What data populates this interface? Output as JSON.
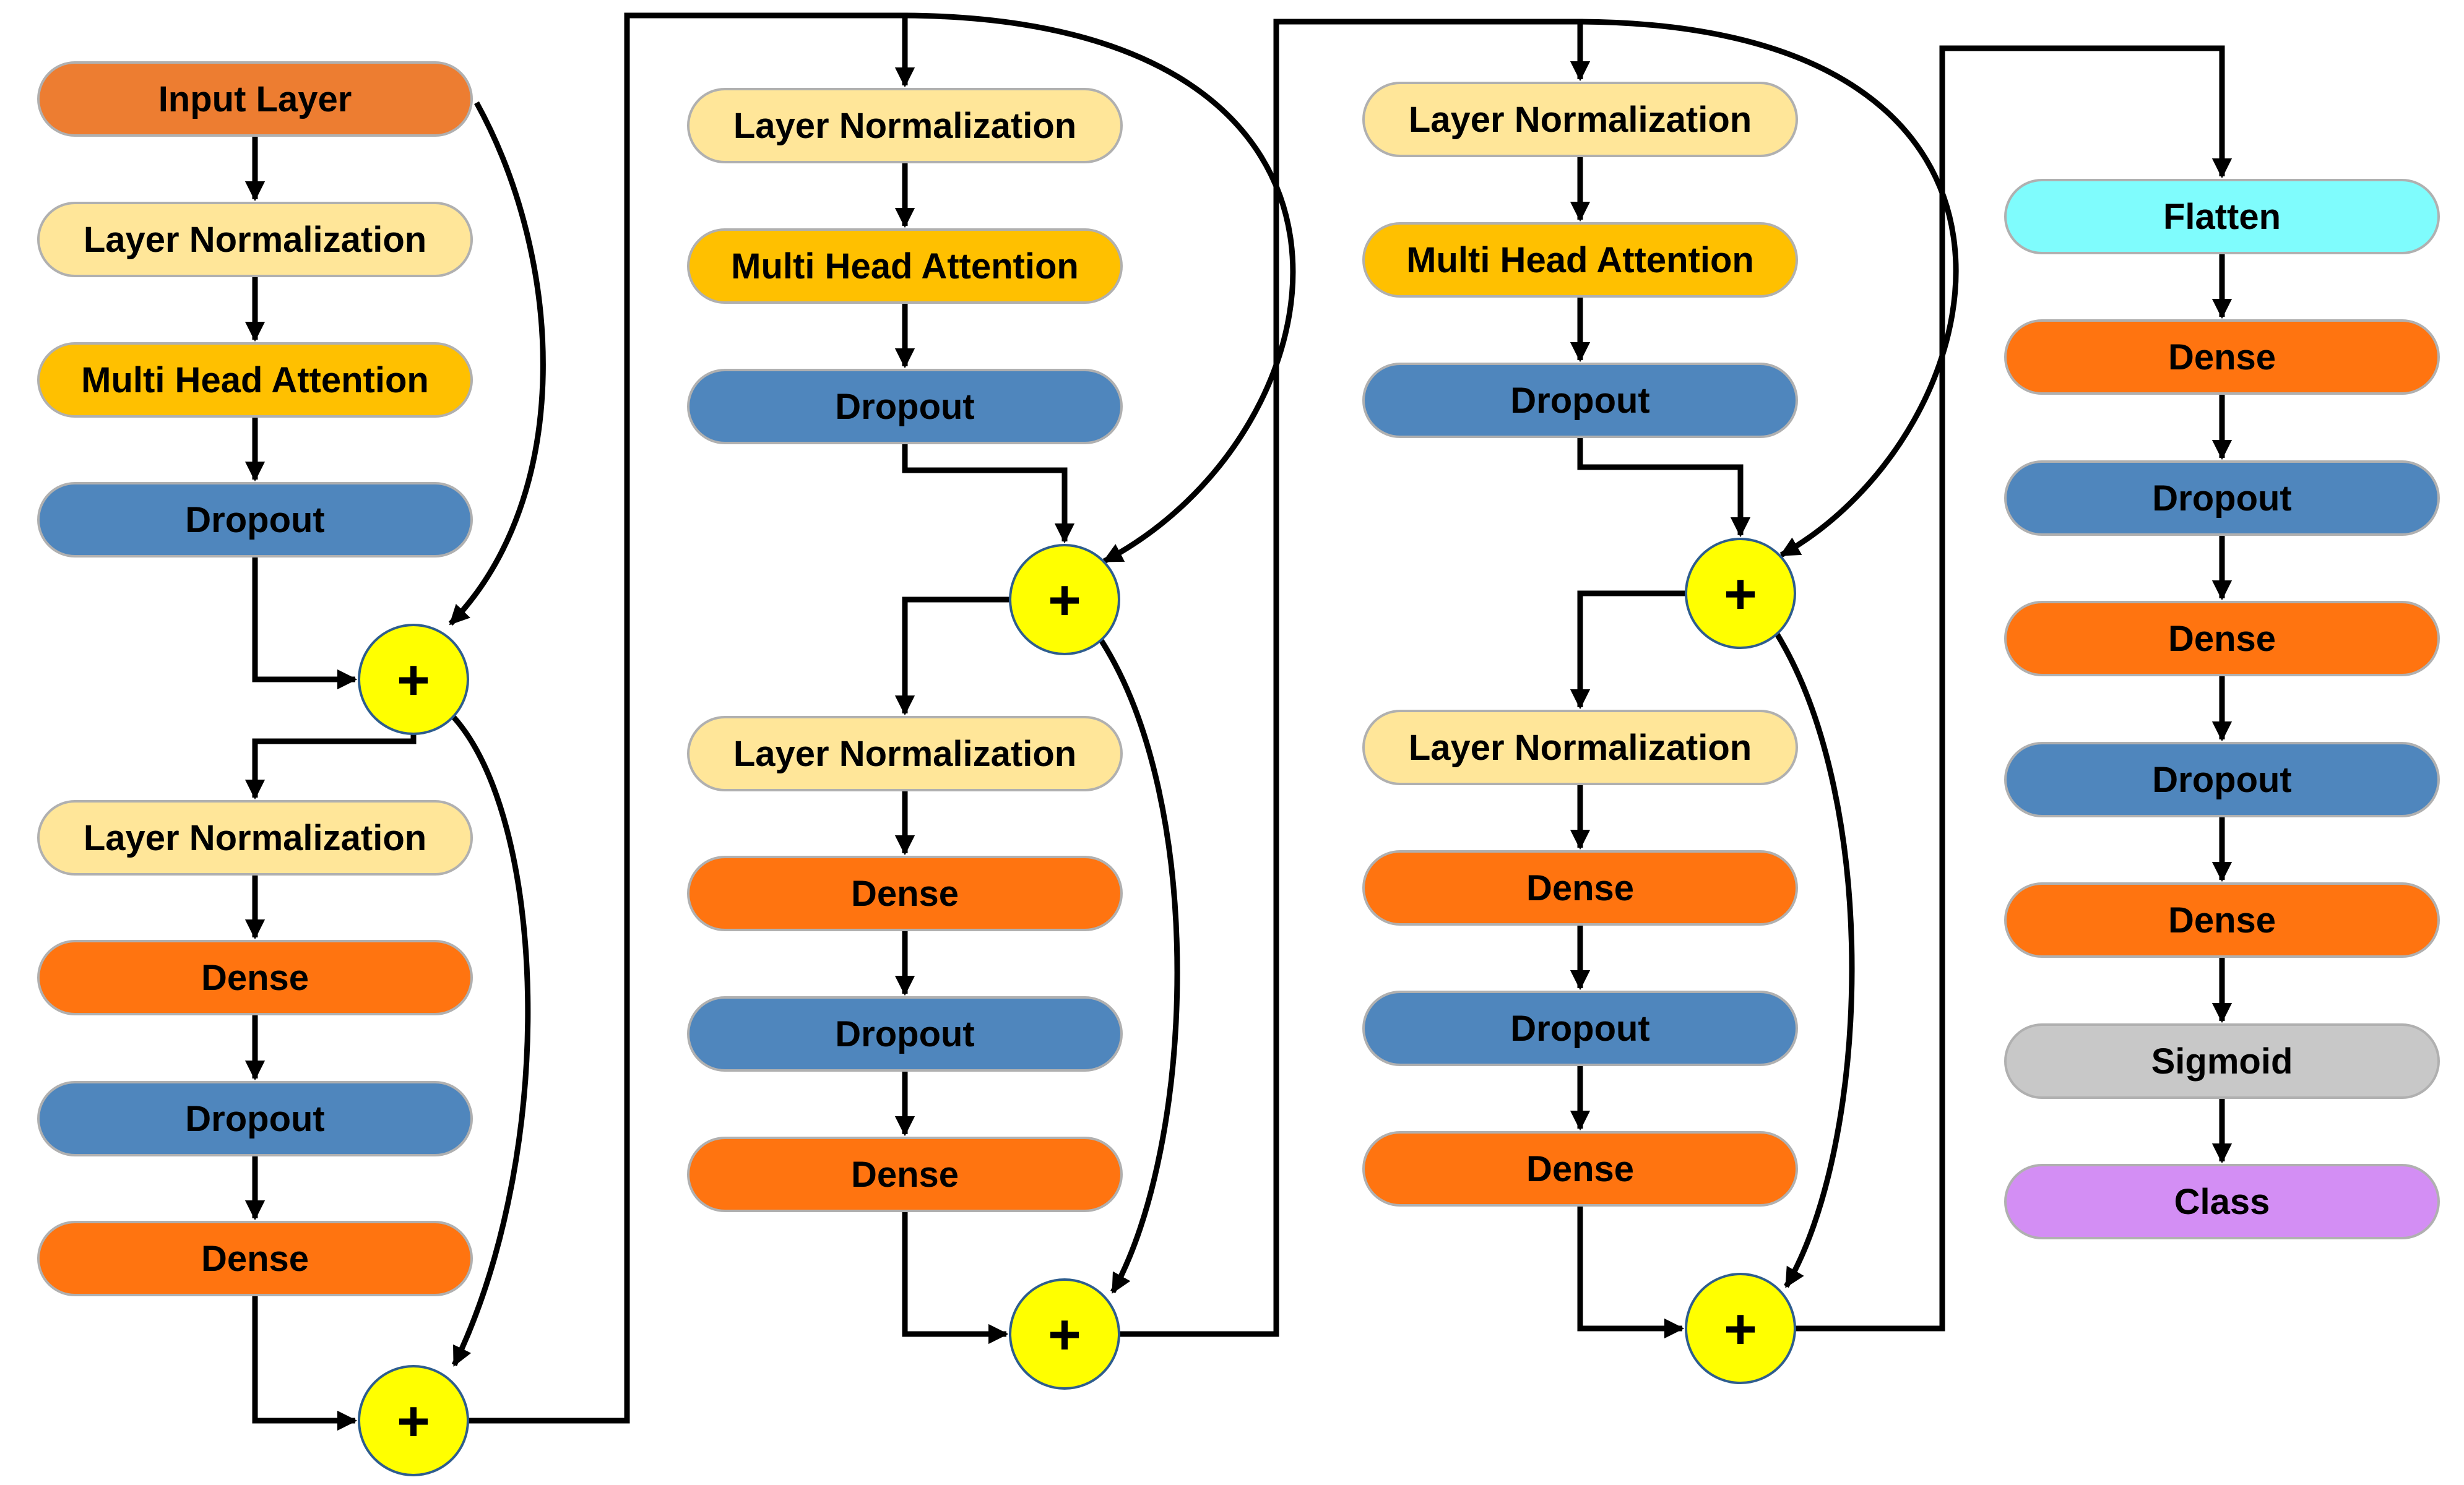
{
  "colors": {
    "input": "#ed7d31",
    "layernorm": "#ffe699",
    "attention": "#ffc000",
    "dropout": "#4f86bd",
    "dense": "#ff7410",
    "flatten": "#7ffcfd",
    "sigmoid": "#c8c8c8",
    "class": "#d38ef4",
    "add": "#ffff00",
    "add_stroke": "#2e5d8e",
    "box_stroke": "#b0b0b0",
    "line": "#000000"
  },
  "column1": {
    "nodes": [
      {
        "label": "Input Layer",
        "kind": "input"
      },
      {
        "label": "Layer Normalization",
        "kind": "layernorm"
      },
      {
        "label": "Multi Head Attention",
        "kind": "attention"
      },
      {
        "label": "Dropout",
        "kind": "dropout"
      },
      {
        "label": "Layer Normalization",
        "kind": "layernorm"
      },
      {
        "label": "Dense",
        "kind": "dense"
      },
      {
        "label": "Dropout",
        "kind": "dropout"
      },
      {
        "label": "Dense",
        "kind": "dense"
      }
    ],
    "add_nodes": [
      "+",
      "+"
    ]
  },
  "column2": {
    "nodes": [
      {
        "label": "Layer Normalization",
        "kind": "layernorm"
      },
      {
        "label": "Multi Head Attention",
        "kind": "attention"
      },
      {
        "label": "Dropout",
        "kind": "dropout"
      },
      {
        "label": "Layer Normalization",
        "kind": "layernorm"
      },
      {
        "label": "Dense",
        "kind": "dense"
      },
      {
        "label": "Dropout",
        "kind": "dropout"
      },
      {
        "label": "Dense",
        "kind": "dense"
      }
    ],
    "add_nodes": [
      "+",
      "+"
    ]
  },
  "column3": {
    "nodes": [
      {
        "label": "Layer Normalization",
        "kind": "layernorm"
      },
      {
        "label": "Multi Head Attention",
        "kind": "attention"
      },
      {
        "label": "Dropout",
        "kind": "dropout"
      },
      {
        "label": "Layer Normalization",
        "kind": "layernorm"
      },
      {
        "label": "Dense",
        "kind": "dense"
      },
      {
        "label": "Dropout",
        "kind": "dropout"
      },
      {
        "label": "Dense",
        "kind": "dense"
      }
    ],
    "add_nodes": [
      "+",
      "+"
    ]
  },
  "column4": {
    "nodes": [
      {
        "label": "Flatten",
        "kind": "flatten"
      },
      {
        "label": "Dense",
        "kind": "dense"
      },
      {
        "label": "Dropout",
        "kind": "dropout"
      },
      {
        "label": "Dense",
        "kind": "dense"
      },
      {
        "label": "Dropout",
        "kind": "dropout"
      },
      {
        "label": "Dense",
        "kind": "dense"
      },
      {
        "label": "Sigmoid",
        "kind": "sigmoid"
      },
      {
        "label": "Class",
        "kind": "class"
      }
    ]
  }
}
